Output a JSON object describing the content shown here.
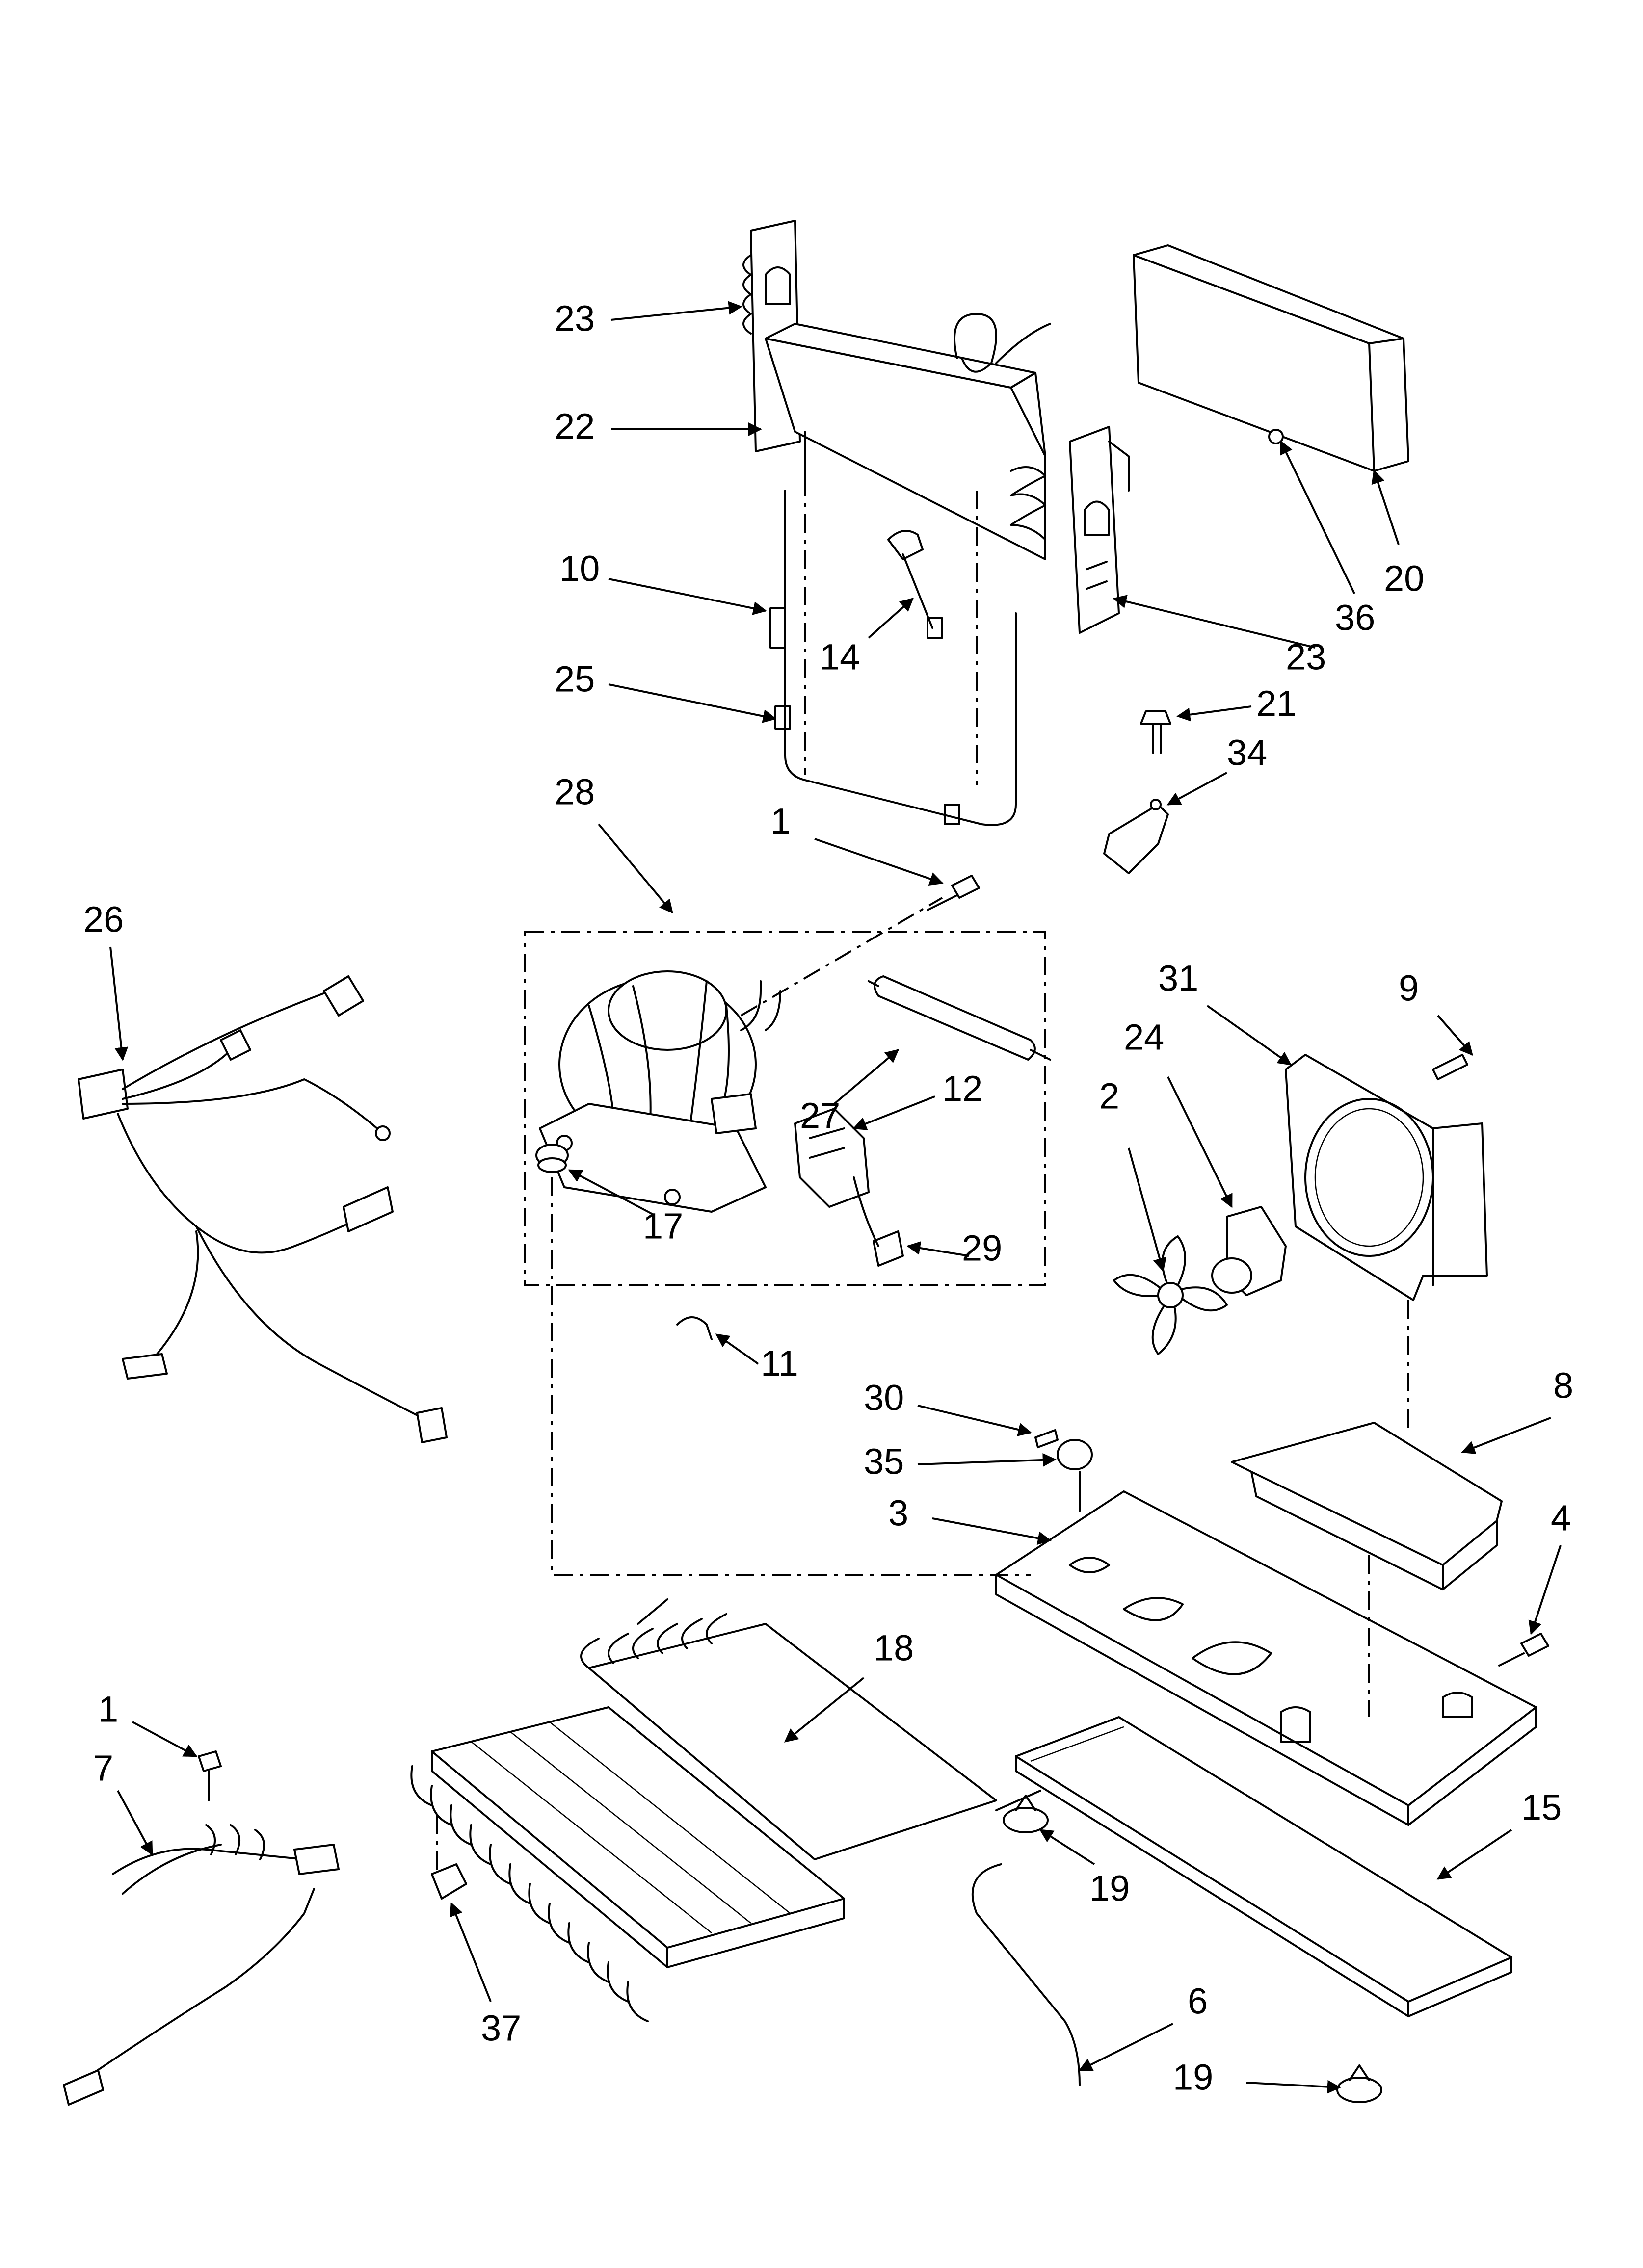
{
  "callouts": [
    "23",
    "22",
    "10",
    "14",
    "25",
    "20",
    "36",
    "23",
    "21",
    "34",
    "28",
    "1",
    "26",
    "27",
    "12",
    "17",
    "29",
    "31",
    "9",
    "24",
    "2",
    "11",
    "30",
    "35",
    "8",
    "3",
    "4",
    "18",
    "1",
    "7",
    "15",
    "19",
    "6",
    "19",
    "37"
  ],
  "colors": {
    "line": "#000000",
    "background": "#ffffff"
  }
}
